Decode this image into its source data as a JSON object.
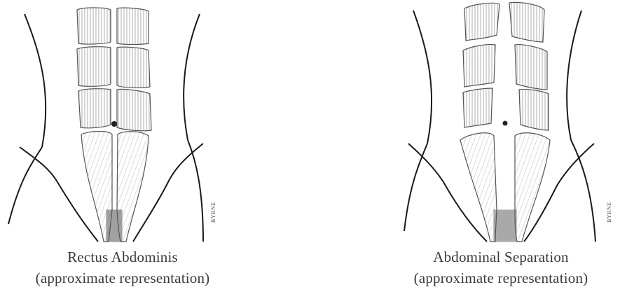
{
  "figures": [
    {
      "id": "normal",
      "caption_line1": "Rectus Abdominis",
      "caption_line2": "(approximate representation)",
      "signature": "BYRNE"
    },
    {
      "id": "separation",
      "caption_line1": "Abdominal Separation",
      "caption_line2": "(approximate representation)",
      "signature": "BYRNE"
    }
  ],
  "colors": {
    "outline": "#1a1a1a",
    "muscle_fill": "#e6e6e6",
    "muscle_stroke": "#555555",
    "fiber": "#8a8a8a"
  }
}
